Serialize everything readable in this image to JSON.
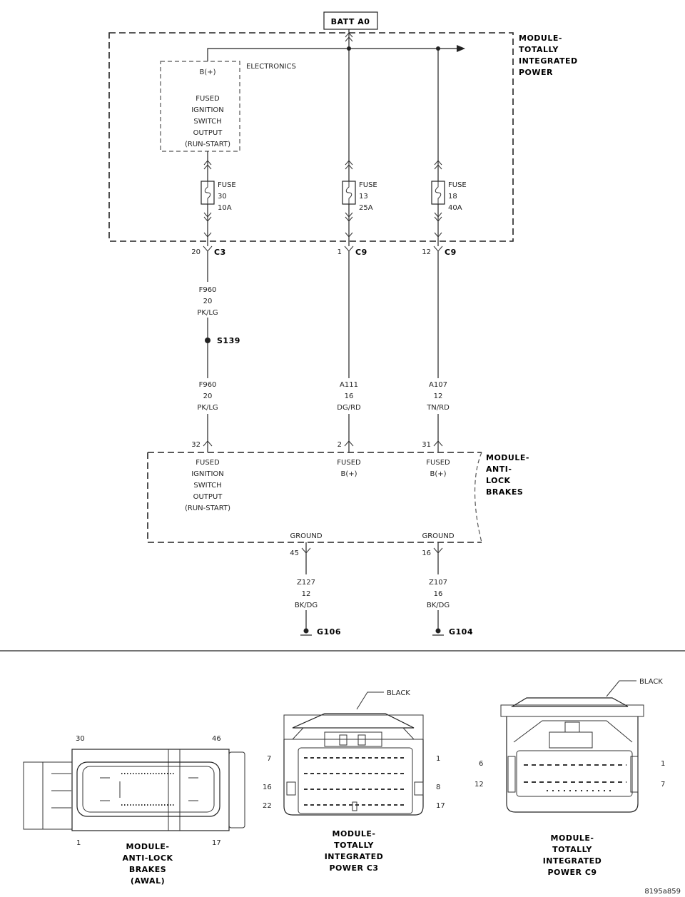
{
  "batt_label": "BATT A0",
  "tipm_title": [
    "MODULE-",
    "TOTALLY",
    "INTEGRATED",
    "POWER"
  ],
  "electronics_label": "ELECTRONICS",
  "electronics_bplus": "B(+)",
  "electronics_output": [
    "FUSED",
    "IGNITION",
    "SWITCH",
    "OUTPUT",
    "(RUN-START)"
  ],
  "fuses": [
    {
      "lines": [
        "FUSE",
        "30",
        "10A"
      ]
    },
    {
      "lines": [
        "FUSE",
        "13",
        "25A"
      ]
    },
    {
      "lines": [
        "FUSE",
        "18",
        "40A"
      ]
    }
  ],
  "tipm_connectors": [
    {
      "pin": "20",
      "conn": "C3"
    },
    {
      "pin": "1",
      "conn": "C9"
    },
    {
      "pin": "12",
      "conn": "C9"
    }
  ],
  "wire_upper": [
    "F960",
    "20",
    "PK/LG"
  ],
  "splice": "S139",
  "wires_lower": [
    [
      "F960",
      "20",
      "PK/LG"
    ],
    [
      "A111",
      "16",
      "DG/RD"
    ],
    [
      "A107",
      "12",
      "TN/RD"
    ]
  ],
  "abs_pins_top": [
    "32",
    "2",
    "31"
  ],
  "abs_title": [
    "MODULE-",
    "ANTI-",
    "LOCK",
    "BRAKES"
  ],
  "abs_inputs": [
    [
      "FUSED",
      "IGNITION",
      "SWITCH",
      "OUTPUT",
      "(RUN-START)"
    ],
    [
      "FUSED",
      "B(+)"
    ],
    [
      "FUSED",
      "B(+)"
    ]
  ],
  "abs_grounds": [
    {
      "label": "GROUND",
      "pin": "45",
      "wire": [
        "Z127",
        "12",
        "BK/DG"
      ],
      "ground": "G106"
    },
    {
      "label": "GROUND",
      "pin": "16",
      "wire": [
        "Z107",
        "16",
        "BK/DG"
      ],
      "ground": "G104"
    }
  ],
  "connector_views": {
    "abs": {
      "pins": [
        "30",
        "46",
        "1",
        "17"
      ],
      "title": [
        "MODULE-",
        "ANTI-LOCK",
        "BRAKES",
        "(AWAL)"
      ]
    },
    "c3": {
      "color": "BLACK",
      "pins": [
        "7",
        "1",
        "16",
        "8",
        "22",
        "17"
      ],
      "title": [
        "MODULE-",
        "TOTALLY",
        "INTEGRATED",
        "POWER C3"
      ]
    },
    "c9": {
      "color": "BLACK",
      "pins": [
        "6",
        "1",
        "12",
        "7"
      ],
      "title": [
        "MODULE-",
        "TOTALLY",
        "INTEGRATED",
        "POWER C9"
      ]
    }
  },
  "figure_id": "8195a859"
}
